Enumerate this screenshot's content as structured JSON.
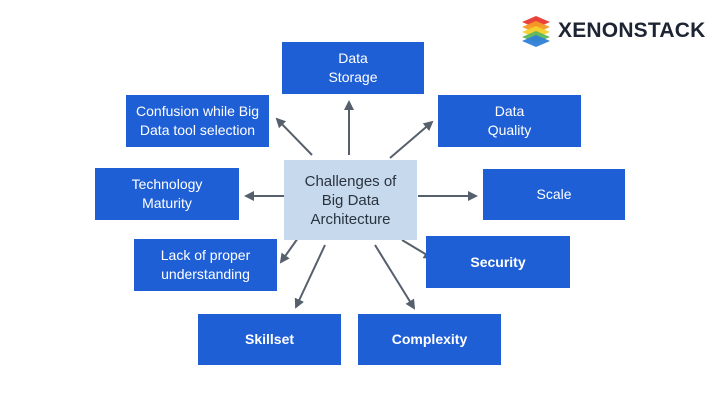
{
  "brand": {
    "name": "XENONSTACK",
    "logo_colors": [
      "#e8423b",
      "#f59a23",
      "#f3d12c",
      "#5cb85c",
      "#2f7fd6",
      "#6a4bc4"
    ]
  },
  "center": {
    "label": "Challenges of\nBig Data\nArchitecture"
  },
  "challenges": {
    "data_storage": "Data\nStorage",
    "data_quality": "Data\nQuality",
    "scale": "Scale",
    "security": "Security",
    "complexity": "Complexity",
    "skillset": "Skillset",
    "lack_of_understanding": "Lack of proper\nunderstanding",
    "technology_maturity": "Technology\nMaturity",
    "tool_selection": "Confusion while Big\nData tool selection"
  },
  "colors": {
    "box": "#1f5fd6",
    "center": "#c7d9ec",
    "arrow": "#56606c"
  }
}
